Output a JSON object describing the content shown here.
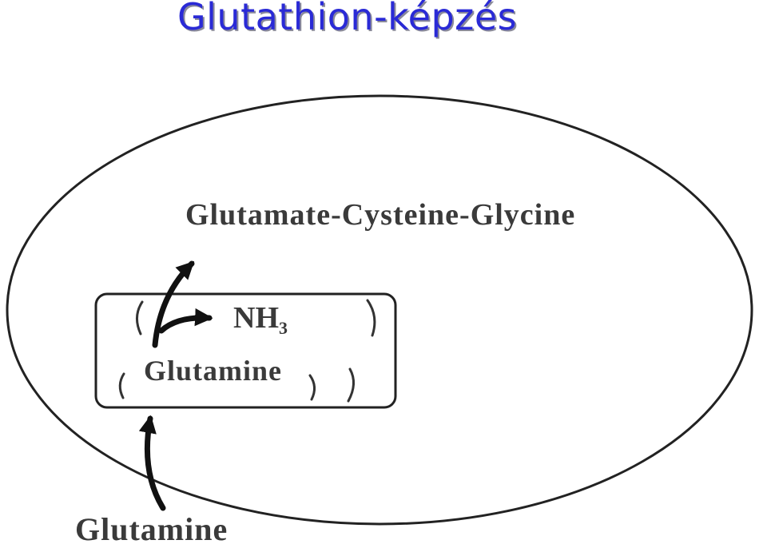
{
  "slide": {
    "title": "Glutathion-képzés"
  },
  "diagram": {
    "tripeptide_label": "Glutamate-Cysteine-Glycine",
    "ammonia_label": "NH",
    "ammonia_subscript": "3",
    "inner_substrate_label": "Glutamine",
    "outer_substrate_label": "Glutamine"
  }
}
